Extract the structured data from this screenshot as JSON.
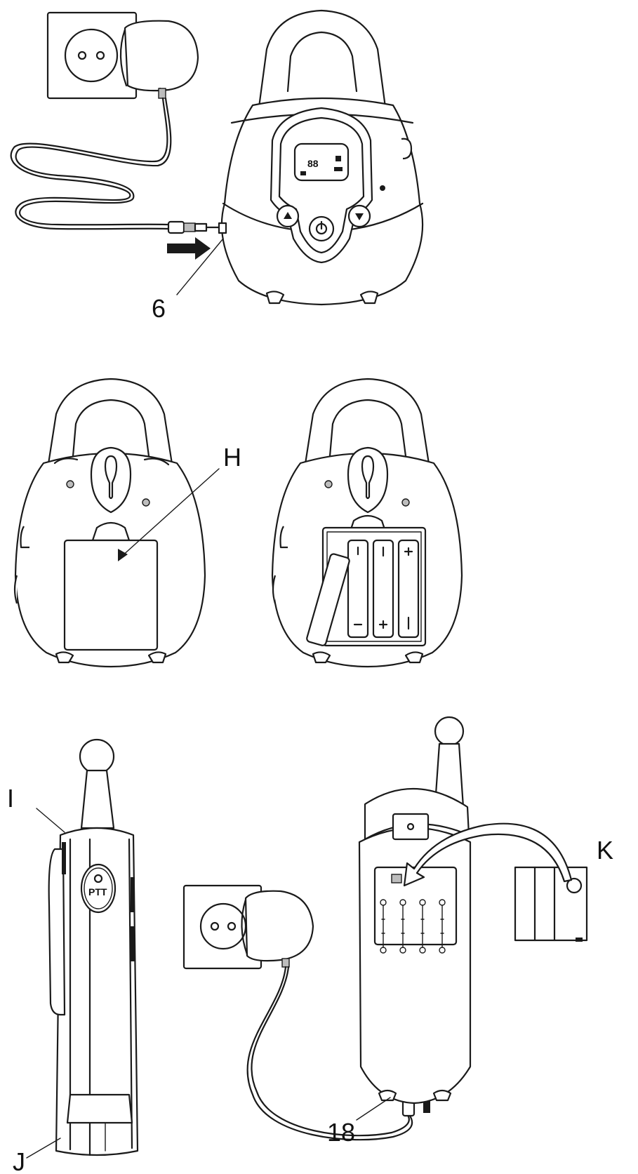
{
  "callouts": {
    "c6": "6",
    "cH": "H",
    "cI": "I",
    "cJ": "J",
    "cK": "K",
    "c18": "18"
  },
  "device": {
    "display": "88",
    "ptt_label": "PTT"
  }
}
